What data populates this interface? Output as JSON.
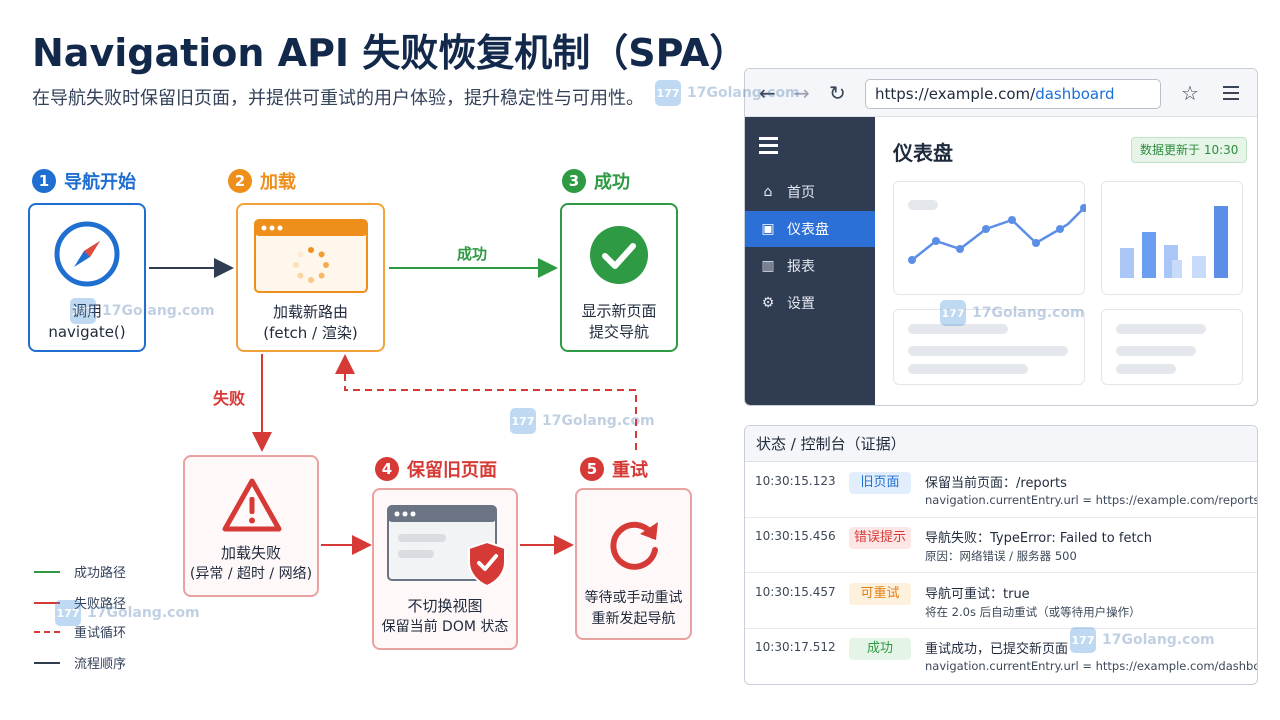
{
  "header": {
    "title": "Navigation API 失败恢复机制（SPA）",
    "subtitle": "在导航失败时保留旧页面，并提供可重试的用户体验，提升稳定性与可用性。"
  },
  "steps": [
    {
      "num": "1",
      "label": "导航开始",
      "color": "#1f6fd1",
      "box_lines": [
        "调用",
        "navigate()"
      ],
      "icon": "compass-icon"
    },
    {
      "num": "2",
      "label": "加载",
      "color": "#ef8f1b",
      "box_lines": [
        "加载新路由",
        "(fetch / 渲染)"
      ],
      "icon": "loading-window-icon"
    },
    {
      "num": "3",
      "label": "成功",
      "color": "#2e9a43",
      "box_lines": [
        "显示新页面",
        "提交导航"
      ],
      "icon": "check-circle-icon"
    },
    {
      "num": "4",
      "label": "保留旧页面",
      "color": "#d63a36",
      "box_lines": [
        "不切换视图",
        "保留当前 DOM 状态"
      ],
      "icon": "shield-window-icon"
    },
    {
      "num": "5",
      "label": "重试",
      "color": "#d63a36",
      "box_lines": [
        "等待或手动重试",
        "重新发起导航"
      ],
      "icon": "retry-icon"
    }
  ],
  "fail_box": {
    "lines": [
      "加载失败",
      "(异常 / 超时 / 网络)"
    ],
    "icon": "warning-icon"
  },
  "arrows": {
    "success_label": "成功",
    "fail_label": "失败"
  },
  "legend": [
    {
      "label": "成功路径",
      "color": "#2e9a43",
      "style": "solid"
    },
    {
      "label": "失败路径",
      "color": "#d63a36",
      "style": "solid"
    },
    {
      "label": "重试循环",
      "color": "#d63a36",
      "style": "dashed"
    },
    {
      "label": "流程顺序",
      "color": "#2f3c52",
      "style": "solid"
    }
  ],
  "browser": {
    "url_prefix": "https://example.com/",
    "url_path": "dashboard",
    "nav": [
      {
        "label": "首页",
        "icon": "home-icon",
        "active": false
      },
      {
        "label": "仪表盘",
        "icon": "dashboard-icon",
        "active": true
      },
      {
        "label": "报表",
        "icon": "chart-icon",
        "active": false
      },
      {
        "label": "设置",
        "icon": "gear-icon",
        "active": false
      }
    ],
    "page_title": "仪表盘",
    "badge": "数据更新于 10:30"
  },
  "console": {
    "title": "状态 / 控制台（证据）",
    "rows": [
      {
        "time": "10:30:15.123",
        "badge": "旧页面",
        "badge_color": "#1f6fd1",
        "badge_bg": "#e3eefc",
        "line1": "保留当前页面：/reports",
        "line2": "navigation.currentEntry.url = https://example.com/reports"
      },
      {
        "time": "10:30:15.456",
        "badge": "错误提示",
        "badge_color": "#d63a36",
        "badge_bg": "#fde7e6",
        "line1": "导航失败：TypeError: Failed to fetch",
        "line2": "原因：网络错误 / 服务器 500"
      },
      {
        "time": "10:30:15.457",
        "badge": "可重试",
        "badge_color": "#e07e12",
        "badge_bg": "#fdf0dd",
        "line1": "导航可重试：true",
        "line2": "将在 2.0s 后自动重试（或等待用户操作）"
      },
      {
        "time": "10:30:17.512",
        "badge": "成功",
        "badge_color": "#2e9a43",
        "badge_bg": "#e4f5e7",
        "line1": "重试成功，已提交新页面",
        "line2": "navigation.currentEntry.url = https://example.com/dashboard"
      }
    ]
  },
  "watermark": {
    "text": "17Golang.com",
    "logo": "177"
  }
}
